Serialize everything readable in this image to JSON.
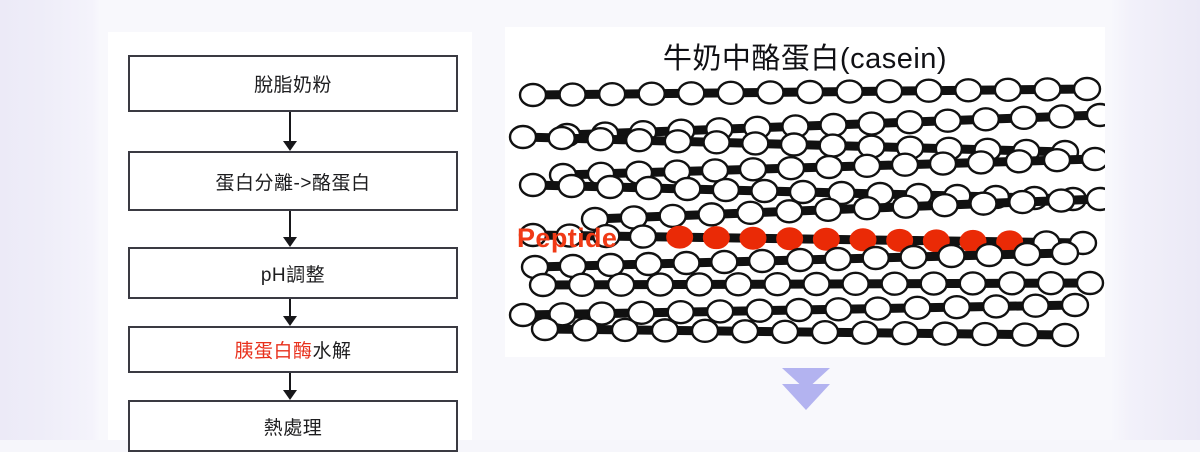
{
  "page": {
    "background_color": "#f8f8fc",
    "side_band_color": "#eceaf7"
  },
  "flowchart": {
    "name": "milk-peptide-production-flowchart",
    "box_border_color": "#3a3a42",
    "steps": [
      {
        "id": "box-1",
        "label": "脫脂奶粉",
        "highlight": null,
        "highlight_color": null
      },
      {
        "id": "box-2",
        "label": "蛋白分離->酪蛋白",
        "highlight": null,
        "highlight_color": null
      },
      {
        "id": "box-3",
        "label": "pH調整",
        "highlight": null,
        "highlight_color": null
      },
      {
        "id": "box-4",
        "label": "",
        "highlight": "胰蛋白酶",
        "highlight_color": "#e8301c",
        "rest": "水解"
      },
      {
        "id": "box-5",
        "label": "熱處理",
        "highlight": null,
        "highlight_color": null
      }
    ],
    "connector_color": "#17171a"
  },
  "casein_figure": {
    "title": "牛奶中酪蛋白(casein)",
    "peptide_label": "Peptide",
    "peptide_label_color": "#f03a16",
    "highlighted_bead_color": "#ea2a06",
    "bead_fill_color": "#ffffff",
    "chain_color": "#111111",
    "highlighted_bead_count": 10,
    "chain_count": 11
  },
  "bottom_arrow": {
    "name": "double-chevron-down",
    "color": "#b3b3f0"
  }
}
